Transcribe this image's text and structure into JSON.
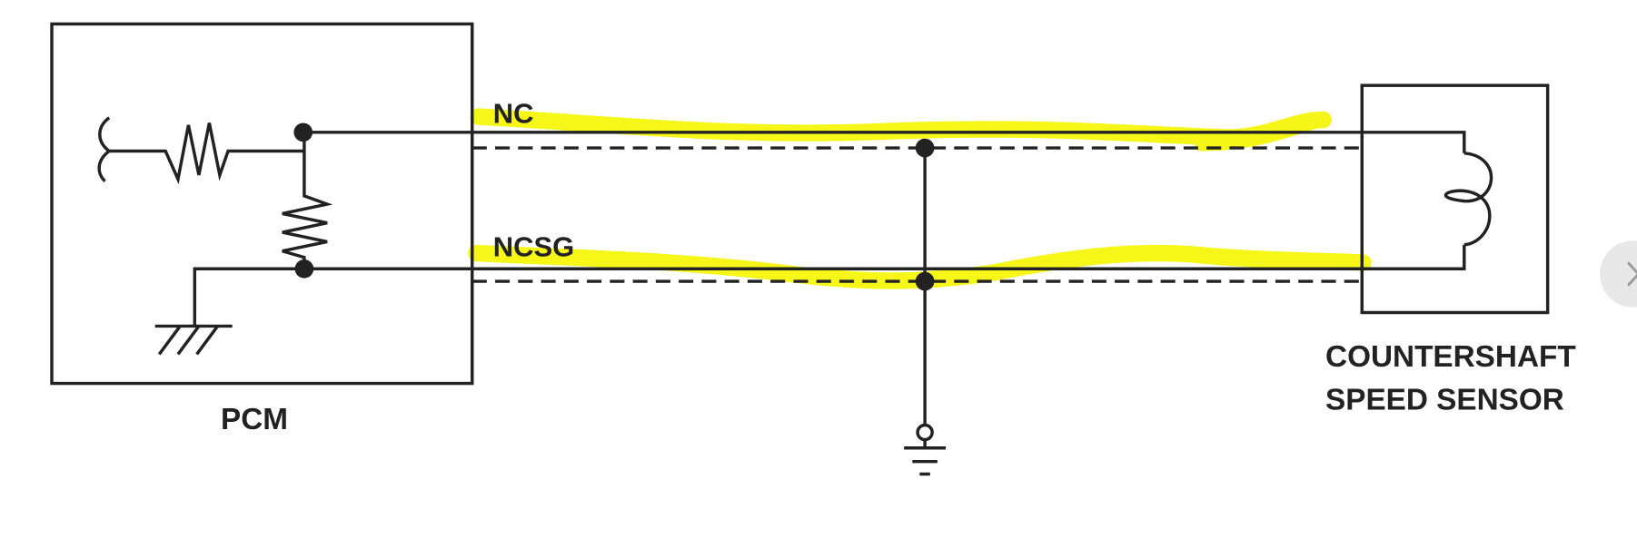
{
  "diagram": {
    "pcm_label": "PCM",
    "wire_top_label": "NC",
    "wire_bottom_label": "NCSG",
    "sensor_label_line1": "COUNTERSHAFT",
    "sensor_label_line2": "SPEED SENSOR"
  },
  "colors": {
    "line": "#222222",
    "highlight": "#f5f500",
    "nav_button": "#e8e8e8"
  },
  "nav": {
    "next_icon": "chevron-right-icon"
  }
}
